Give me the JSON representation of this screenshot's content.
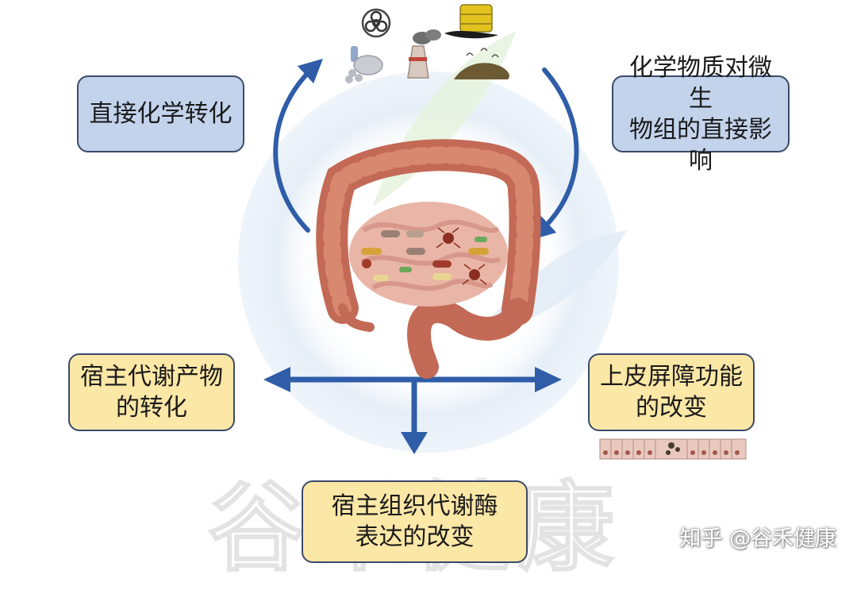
{
  "boxes": {
    "direct_chemical": "直接化学转化",
    "microbiome_effect": "化学物质对微生\n物组的直接影响",
    "host_metabolite": "宿主代谢产物\n的转化",
    "epithelial_barrier": "上皮屏障功能\n的改变",
    "host_enzyme": "宿主组织代谢酶\n表达的改变"
  },
  "watermark": "谷禾健康",
  "credit": "知乎 @谷禾健康",
  "colors": {
    "box_blue": "#c3d3ec",
    "box_yellow": "#fbe7a6",
    "arrow_blue": "#2f5da8",
    "intestine": "#c96f5a"
  },
  "icons": [
    "biohazard-icon",
    "plastic-waste-icon",
    "factory-smokestack-icon",
    "oil-barrel-icon",
    "landfill-icon",
    "epithelium-icon",
    "intestine-illustration",
    "microbe-icon"
  ]
}
